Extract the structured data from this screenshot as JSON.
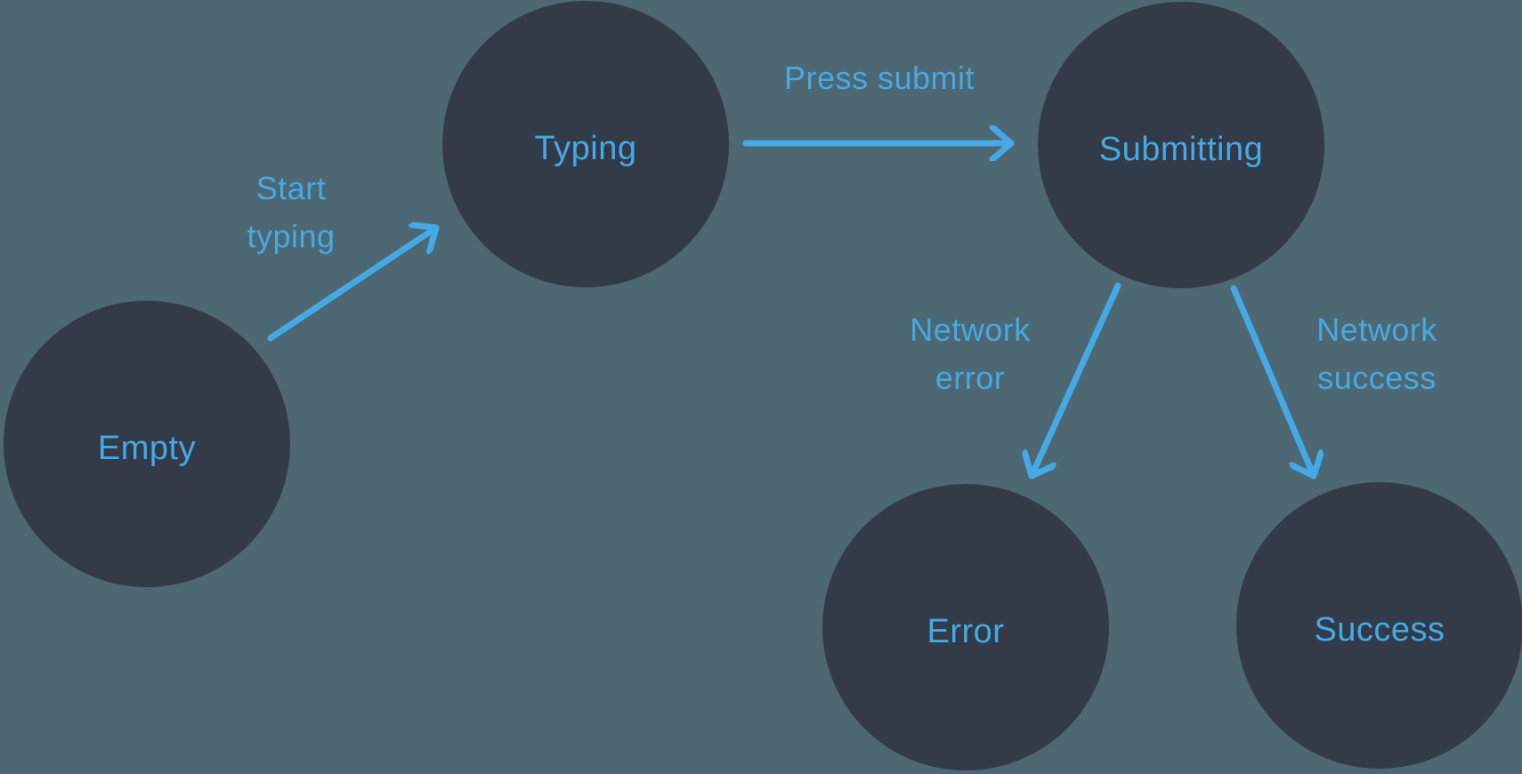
{
  "colors": {
    "background": "#4D6872",
    "node_fill": "#333B49",
    "accent": "#45A9E6"
  },
  "diagram": {
    "type": "state-machine",
    "nodes": [
      {
        "id": "empty",
        "label": "Empty"
      },
      {
        "id": "typing",
        "label": "Typing"
      },
      {
        "id": "submitting",
        "label": "Submitting"
      },
      {
        "id": "error",
        "label": "Error"
      },
      {
        "id": "success",
        "label": "Success"
      }
    ],
    "edges": [
      {
        "from": "empty",
        "to": "typing",
        "label": "Start typing",
        "lines": [
          "Start",
          "typing"
        ]
      },
      {
        "from": "typing",
        "to": "submitting",
        "label": "Press submit",
        "lines": [
          "Press submit"
        ]
      },
      {
        "from": "submitting",
        "to": "error",
        "label": "Network error",
        "lines": [
          "Network",
          "error"
        ]
      },
      {
        "from": "submitting",
        "to": "success",
        "label": "Network success",
        "lines": [
          "Network",
          "success"
        ]
      }
    ]
  }
}
